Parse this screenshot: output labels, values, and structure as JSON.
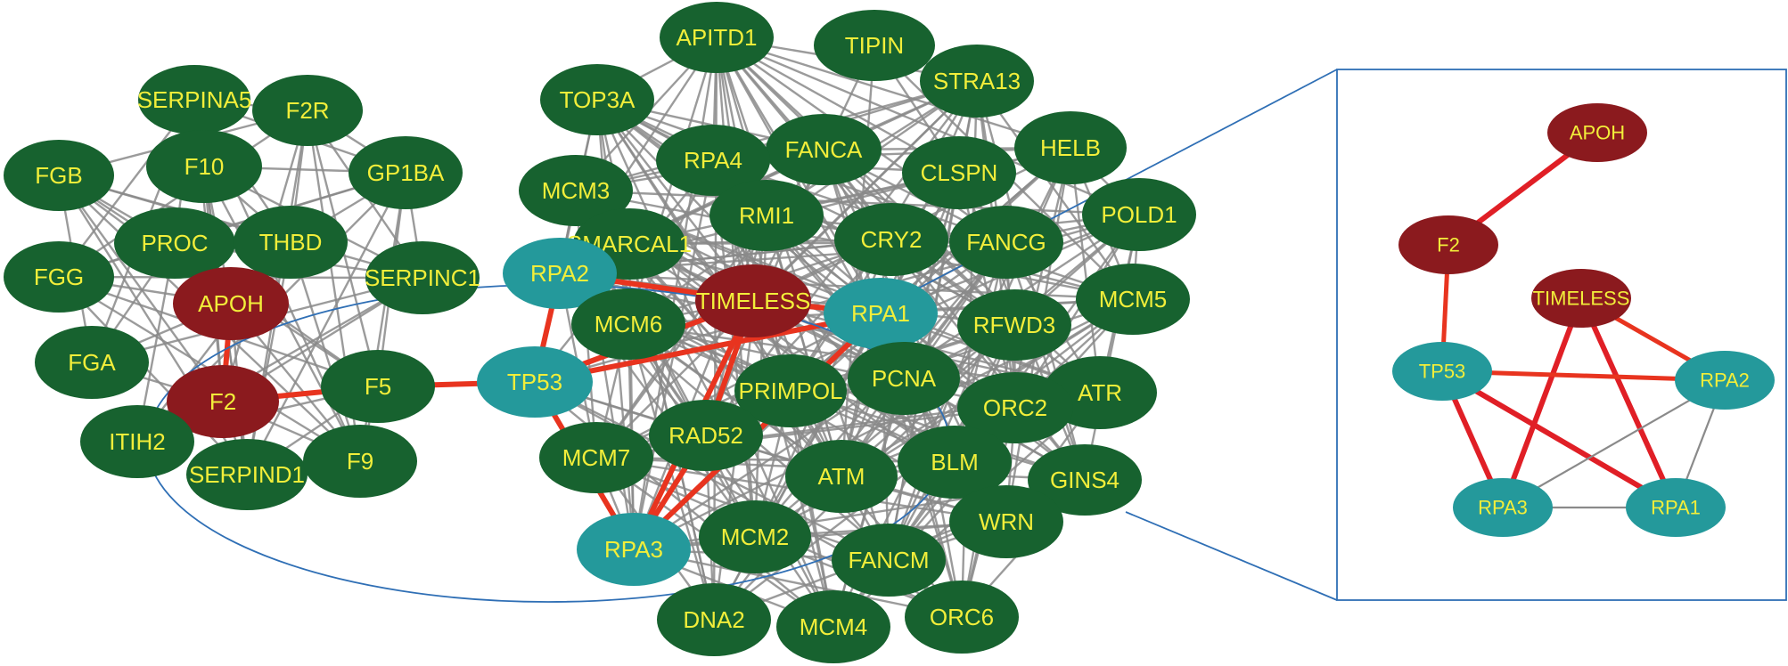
{
  "colors": {
    "protein": "#17622f",
    "hub": "#8b1a1e",
    "rpa": "#24999b",
    "label": "#f2ee3a",
    "edge": "#8a8a8a",
    "strong_edge": "#e8341f",
    "focus_line": "#2f6fb5"
  },
  "nodes": [
    {
      "id": "SERPINA5",
      "label": "SERPINA5",
      "group": "protein"
    },
    {
      "id": "F2R",
      "label": "F2R",
      "group": "protein"
    },
    {
      "id": "FGB",
      "label": "FGB",
      "group": "protein"
    },
    {
      "id": "F10",
      "label": "F10",
      "group": "protein"
    },
    {
      "id": "GP1BA",
      "label": "GP1BA",
      "group": "protein"
    },
    {
      "id": "PROC",
      "label": "PROC",
      "group": "protein"
    },
    {
      "id": "THBD",
      "label": "THBD",
      "group": "protein"
    },
    {
      "id": "FGG",
      "label": "FGG",
      "group": "protein"
    },
    {
      "id": "SERPINC1",
      "label": "SERPINC1",
      "group": "protein"
    },
    {
      "id": "APOH",
      "label": "APOH",
      "group": "hub"
    },
    {
      "id": "FGA",
      "label": "FGA",
      "group": "protein"
    },
    {
      "id": "F2",
      "label": "F2",
      "group": "hub"
    },
    {
      "id": "F5",
      "label": "F5",
      "group": "protein"
    },
    {
      "id": "ITIH2",
      "label": "ITIH2",
      "group": "protein"
    },
    {
      "id": "SERPIND1",
      "label": "SERPIND1",
      "group": "protein"
    },
    {
      "id": "F9",
      "label": "F9",
      "group": "protein"
    },
    {
      "id": "APITD1",
      "label": "APITD1",
      "group": "protein"
    },
    {
      "id": "TIPIN",
      "label": "TIPIN",
      "group": "protein"
    },
    {
      "id": "TOP3A",
      "label": "TOP3A",
      "group": "protein"
    },
    {
      "id": "STRA13",
      "label": "STRA13",
      "group": "protein"
    },
    {
      "id": "FANCA",
      "label": "FANCA",
      "group": "protein"
    },
    {
      "id": "RPA4",
      "label": "RPA4",
      "group": "protein"
    },
    {
      "id": "HELB",
      "label": "HELB",
      "group": "protein"
    },
    {
      "id": "MCM3",
      "label": "MCM3",
      "group": "protein"
    },
    {
      "id": "CLSPN",
      "label": "CLSPN",
      "group": "protein"
    },
    {
      "id": "RMI1",
      "label": "RMI1",
      "group": "protein"
    },
    {
      "id": "POLD1",
      "label": "POLD1",
      "group": "protein"
    },
    {
      "id": "CRY2",
      "label": "CRY2",
      "group": "protein"
    },
    {
      "id": "FANCG",
      "label": "FANCG",
      "group": "protein"
    },
    {
      "id": "SMARCAL1",
      "label": "SMARCAL1",
      "group": "protein"
    },
    {
      "id": "RPA2",
      "label": "RPA2",
      "group": "rpa"
    },
    {
      "id": "TIMELESS",
      "label": "TIMELESS",
      "group": "hub"
    },
    {
      "id": "RPA1",
      "label": "RPA1",
      "group": "rpa"
    },
    {
      "id": "MCM5",
      "label": "MCM5",
      "group": "protein"
    },
    {
      "id": "MCM6",
      "label": "MCM6",
      "group": "protein"
    },
    {
      "id": "RFWD3",
      "label": "RFWD3",
      "group": "protein"
    },
    {
      "id": "TP53",
      "label": "TP53",
      "group": "rpa"
    },
    {
      "id": "PCNA",
      "label": "PCNA",
      "group": "protein"
    },
    {
      "id": "PRIMPOL",
      "label": "PRIMPOL",
      "group": "protein"
    },
    {
      "id": "ATR",
      "label": "ATR",
      "group": "protein"
    },
    {
      "id": "ORC2",
      "label": "ORC2",
      "group": "protein"
    },
    {
      "id": "RAD52",
      "label": "RAD52",
      "group": "protein"
    },
    {
      "id": "MCM7",
      "label": "MCM7",
      "group": "protein"
    },
    {
      "id": "ATM",
      "label": "ATM",
      "group": "protein"
    },
    {
      "id": "BLM",
      "label": "BLM",
      "group": "protein"
    },
    {
      "id": "GINS4",
      "label": "GINS4",
      "group": "protein"
    },
    {
      "id": "WRN",
      "label": "WRN",
      "group": "protein"
    },
    {
      "id": "RPA3",
      "label": "RPA3",
      "group": "rpa"
    },
    {
      "id": "MCM2",
      "label": "MCM2",
      "group": "protein"
    },
    {
      "id": "FANCM",
      "label": "FANCM",
      "group": "protein"
    },
    {
      "id": "DNA2",
      "label": "DNA2",
      "group": "protein"
    },
    {
      "id": "MCM4",
      "label": "MCM4",
      "group": "protein"
    },
    {
      "id": "ORC6",
      "label": "ORC6",
      "group": "protein"
    }
  ],
  "strong_edges": [
    [
      "APOH",
      "F2"
    ],
    [
      "F2",
      "F5"
    ],
    [
      "F5",
      "TP53"
    ],
    [
      "TP53",
      "RPA2"
    ],
    [
      "TP53",
      "RPA3"
    ],
    [
      "TP53",
      "RPA1"
    ],
    [
      "RPA2",
      "TIMELESS"
    ],
    [
      "TIMELESS",
      "RPA1"
    ],
    [
      "TIMELESS",
      "RPA3"
    ],
    [
      "RPA1",
      "RPA3"
    ],
    [
      "TIMELESS",
      "RAD52"
    ],
    [
      "RAD52",
      "RPA3"
    ],
    [
      "TIMELESS",
      "TP53"
    ]
  ],
  "zoom": {
    "nodes": [
      {
        "id": "APOH",
        "label": "APOH",
        "group": "hub"
      },
      {
        "id": "F2",
        "label": "F2",
        "group": "hub"
      },
      {
        "id": "TIMELESS",
        "label": "TIMELESS",
        "group": "hub"
      },
      {
        "id": "TP53",
        "label": "TP53",
        "group": "rpa"
      },
      {
        "id": "RPA2",
        "label": "RPA2",
        "group": "rpa"
      },
      {
        "id": "RPA3",
        "label": "RPA3",
        "group": "rpa"
      },
      {
        "id": "RPA1",
        "label": "RPA1",
        "group": "rpa"
      }
    ],
    "edges": [
      {
        "from": "APOH",
        "to": "F2",
        "strength": "strong"
      },
      {
        "from": "F2",
        "to": "TP53",
        "strength": "medium"
      },
      {
        "from": "TIMELESS",
        "to": "RPA2",
        "strength": "medium"
      },
      {
        "from": "TIMELESS",
        "to": "RPA3",
        "strength": "strong"
      },
      {
        "from": "TIMELESS",
        "to": "RPA1",
        "strength": "strong"
      },
      {
        "from": "TP53",
        "to": "RPA2",
        "strength": "medium"
      },
      {
        "from": "TP53",
        "to": "RPA3",
        "strength": "strong"
      },
      {
        "from": "TP53",
        "to": "RPA1",
        "strength": "strong"
      },
      {
        "from": "RPA3",
        "to": "RPA2",
        "strength": "weak"
      },
      {
        "from": "RPA3",
        "to": "RPA1",
        "strength": "weak"
      },
      {
        "from": "RPA1",
        "to": "RPA2",
        "strength": "weak"
      }
    ]
  }
}
